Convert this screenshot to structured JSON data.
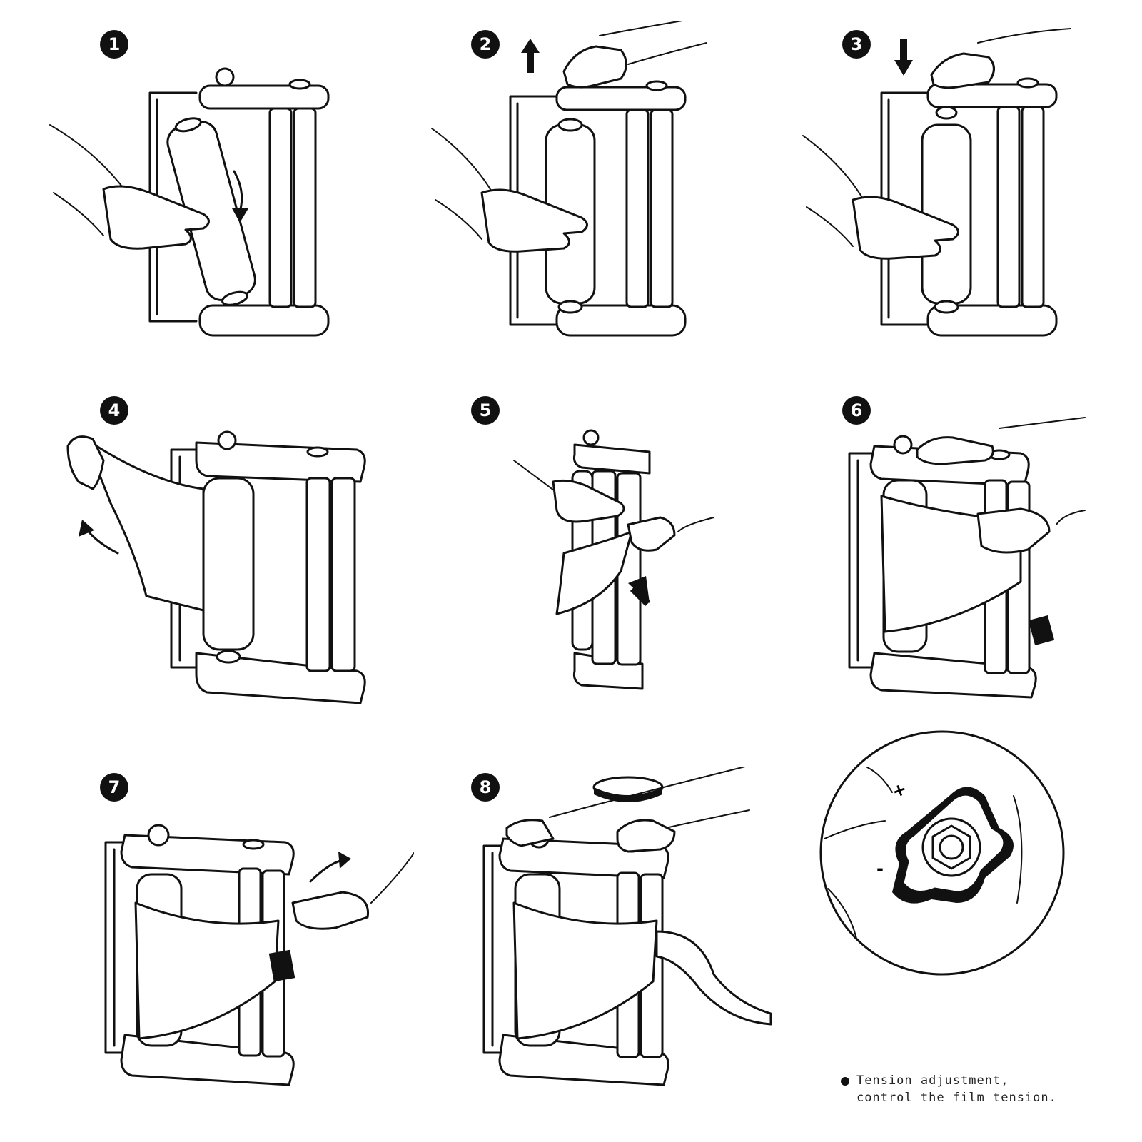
{
  "steps": [
    {
      "number": "1"
    },
    {
      "number": "2"
    },
    {
      "number": "3"
    },
    {
      "number": "4"
    },
    {
      "number": "5"
    },
    {
      "number": "6"
    },
    {
      "number": "7"
    },
    {
      "number": "8"
    }
  ],
  "detail": {
    "plus_sign": "+",
    "minus_sign": "-",
    "note_line1": "Tension adjustment,",
    "note_line2": "control the film tension."
  },
  "colors": {
    "line": "#111111",
    "background": "#ffffff"
  }
}
